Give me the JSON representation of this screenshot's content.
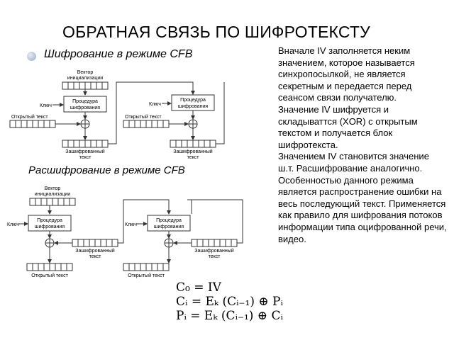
{
  "title": "ОБРАТНАЯ СВЯЗЬ ПО ШИФРОТЕКСТУ",
  "encryption_heading": "Шифрование в режиме CFB",
  "decryption_heading": "Расшифрование в режиме CFB",
  "diagram_labels": {
    "iv_line1": "Вектор",
    "iv_line2": "инициализации",
    "key": "Ключ",
    "proc_line1": "Процедура",
    "proc_line2": "шифрования",
    "plaintext": "Открытый текст",
    "ciphertext_line1": "Зашифрованный",
    "ciphertext_line2": "текст"
  },
  "description": [
    "Вначале IV заполняется неким значением, которое называется синхропосылкой, не является секретным и передается перед сеансом связи получателю.",
    " Значение IV шифруется и складываттся (XOR) с открытым текстом и получается блок шифротекста.",
    "Значением IV становится значение ш.т. Расшифрование аналогично.",
    "Особенностью данного режима является распространение ошибки на весь последующий текст. Применяется как правило для шифрования потоков информации типа оцифрованной речи, видео."
  ],
  "formulas": [
    "C₀ = IV",
    "Cᵢ = Eₖ (Cᵢ₋₁) ⊕ Pᵢ",
    "Pᵢ = Eₖ (Cᵢ₋₁) ⊕ Cᵢ"
  ],
  "colors": {
    "bullet": "#9aaac4",
    "line": "#333333",
    "box_fill": "#ffffff"
  }
}
